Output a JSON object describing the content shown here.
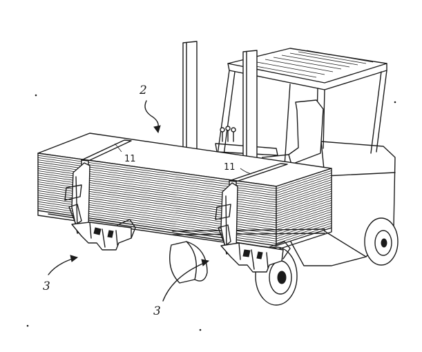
{
  "figure": {
    "labels": {
      "forklift": "2",
      "clamp_left": "3",
      "clamp_right": "3",
      "band_left": "11",
      "band_right": "11"
    }
  }
}
